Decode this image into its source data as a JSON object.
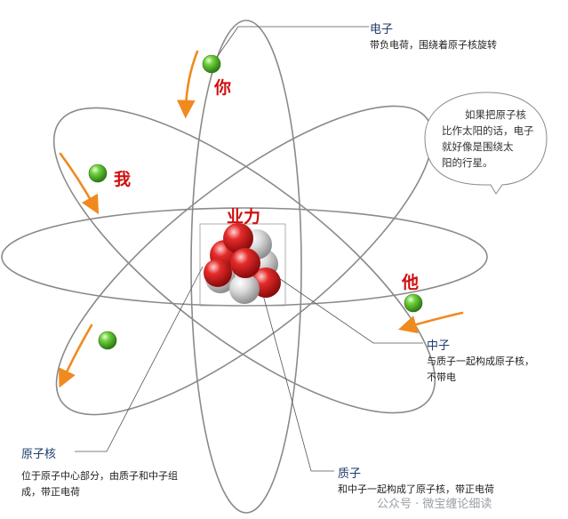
{
  "labels": {
    "electron_title": "电子",
    "electron_desc": "带负电荷，围绕着原子核旋转",
    "neutron_title": "中子",
    "neutron_desc_1": "与质子一起构成原子核，",
    "neutron_desc_2": "不带电",
    "nucleus_title": "原子核",
    "nucleus_desc_1": "位于原子中心部分，由质子和中子组",
    "nucleus_desc_2": "成，带正电荷",
    "proton_title": "质子",
    "proton_desc": "和中子一起构成了原子核，带正电荷"
  },
  "callout": {
    "line1": "如果把原子核",
    "line2": "比作太阳的话，电子",
    "line3": "就好像是围绕太",
    "line4": "阳的行星。"
  },
  "annotations": {
    "you": "你",
    "me": "我",
    "he": "他",
    "karma": "业力"
  },
  "watermark": "公众号 · 微宝缠论细读",
  "colors": {
    "orbit": "#8a8a8a",
    "electron": "#52b52a",
    "proton": "#d61f1f",
    "neutron": "#cfcfcf",
    "arrow": "#f08a1e",
    "annotation": "#d10f0f"
  }
}
